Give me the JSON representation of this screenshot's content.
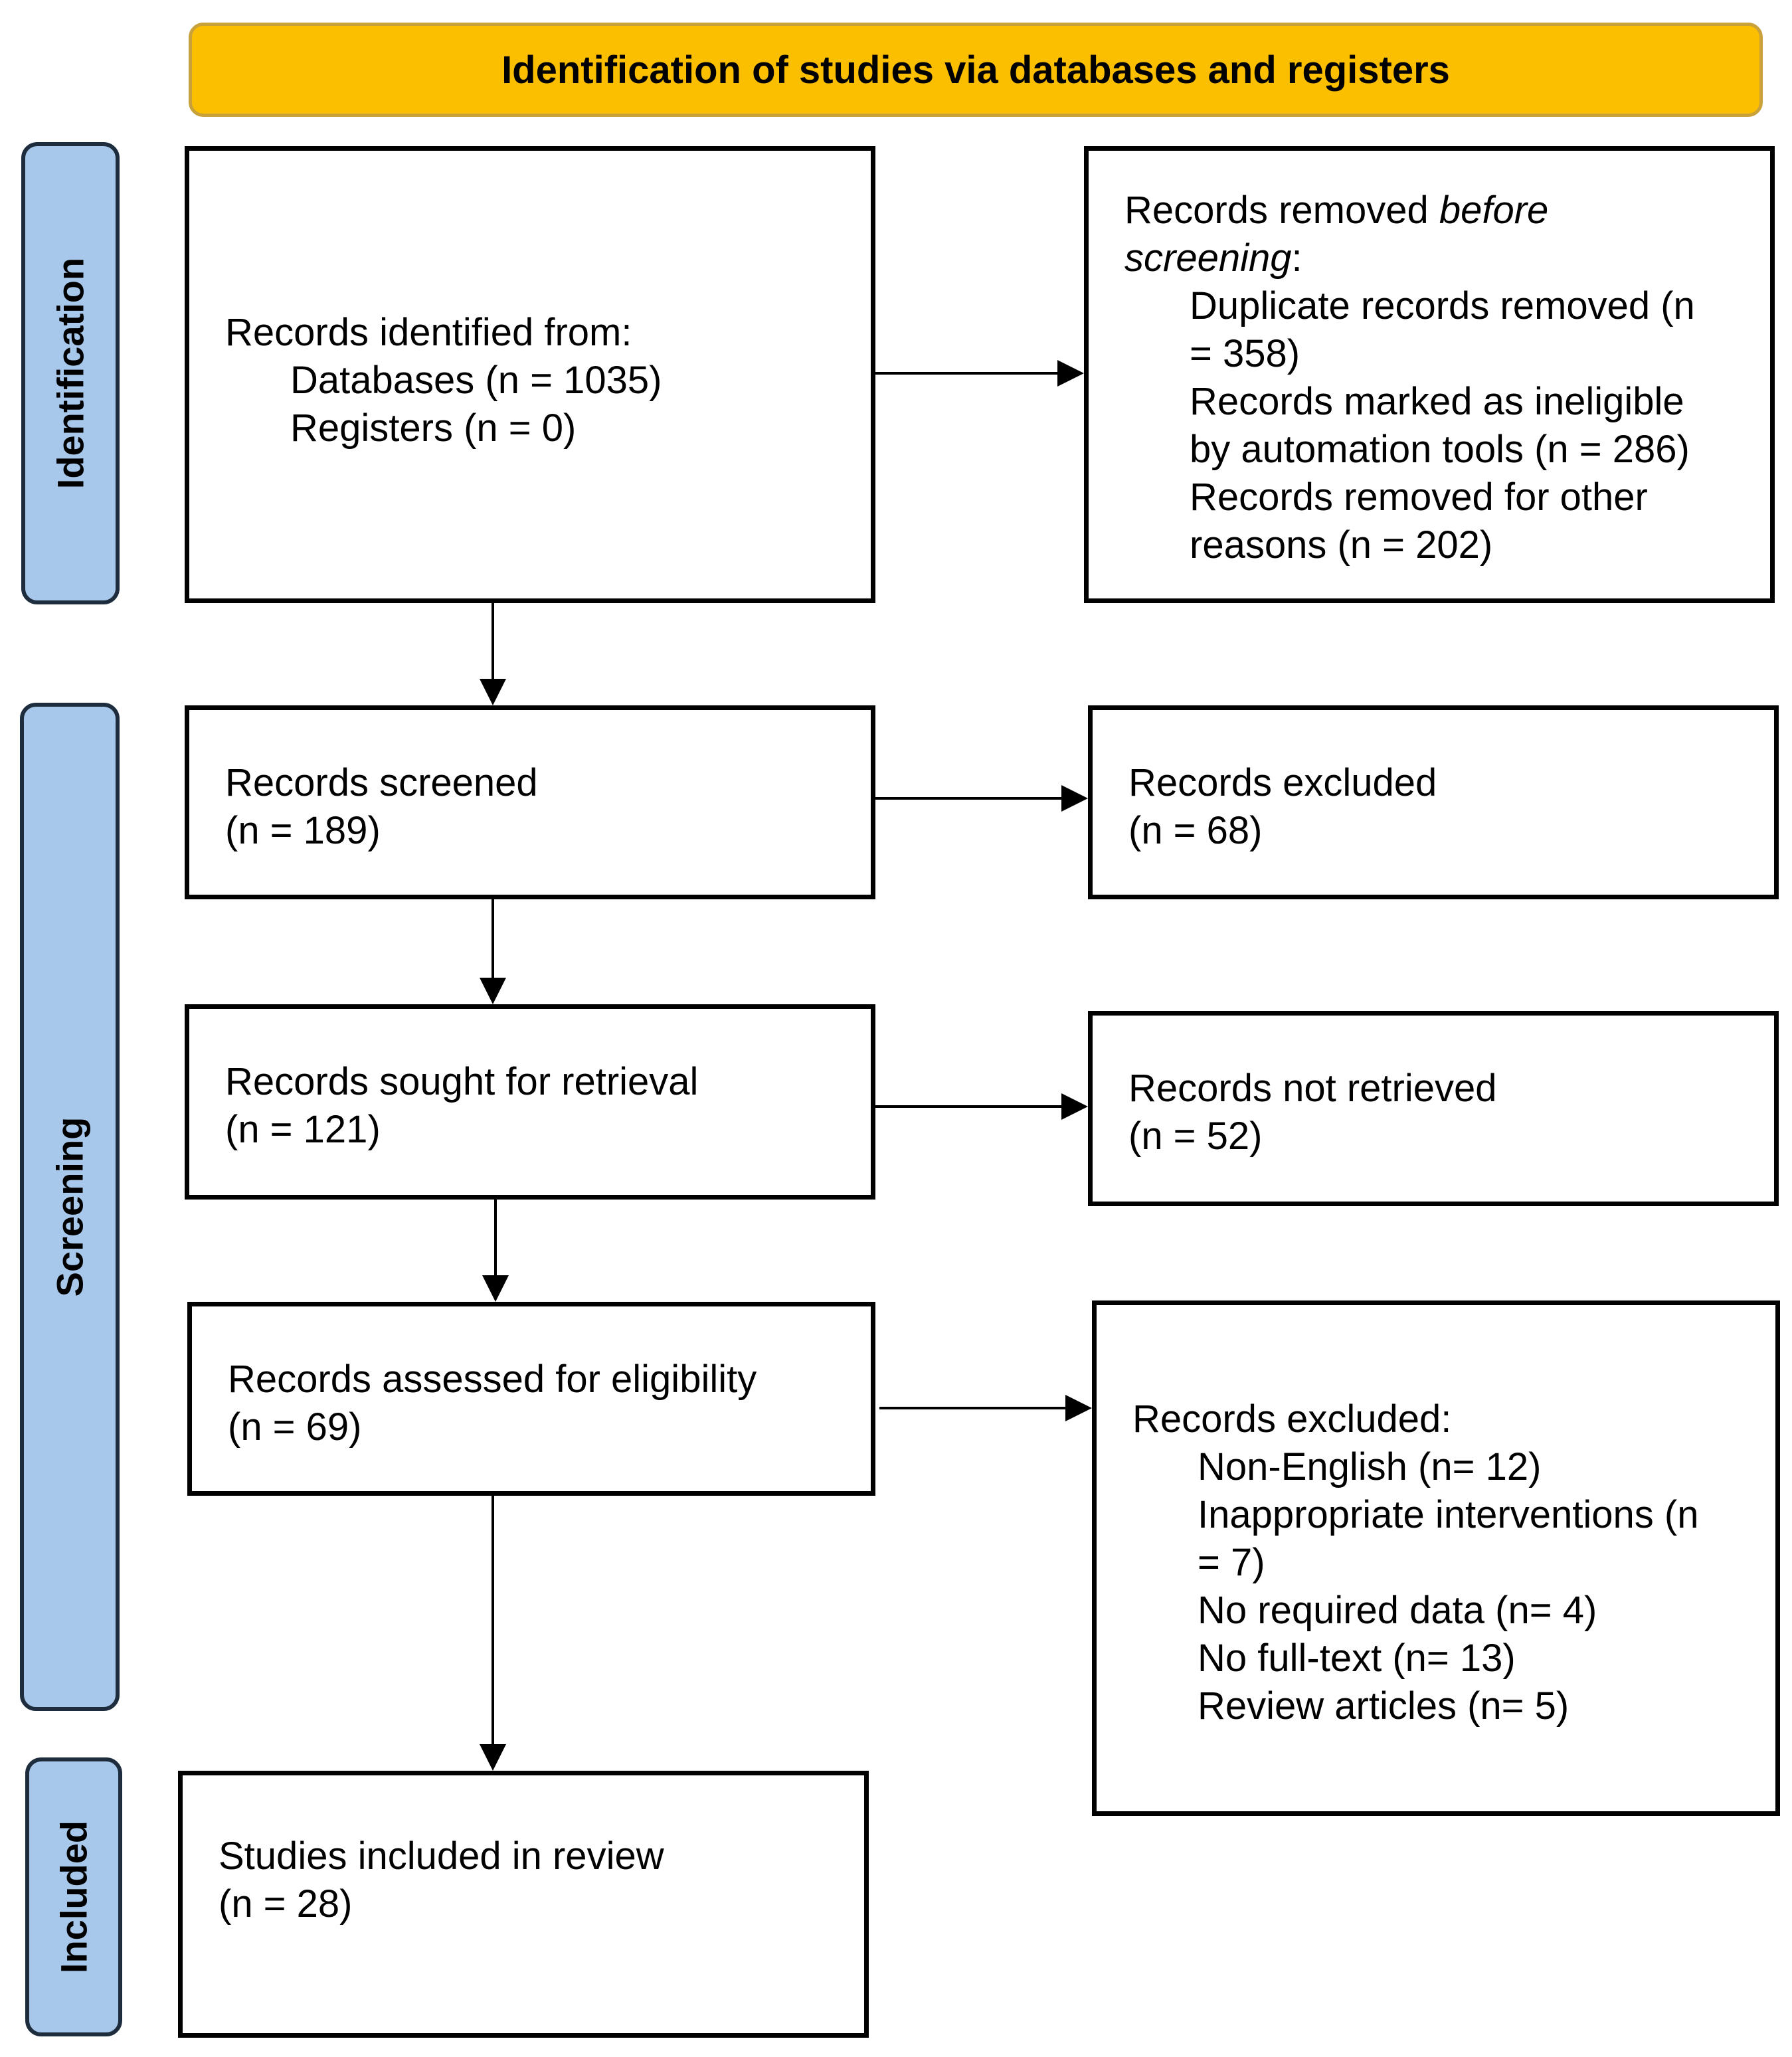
{
  "header": {
    "title": "Identification of studies via databases and registers"
  },
  "stages": {
    "identification": "Identification",
    "screening": "Screening",
    "included": "Included"
  },
  "identified": {
    "heading": "Records identified from:",
    "databases": "Databases (n = 1035)",
    "registers": "Registers (n = 0)"
  },
  "removed": {
    "heading_prefix": "Records removed ",
    "heading_italic": "before",
    "heading_italic2": "screening",
    "heading_suffix": ":",
    "items": [
      "Duplicate records removed (n",
      "= 358)",
      "Records marked as ineligible",
      "by automation tools (n = 286)",
      "Records removed for other",
      "reasons (n = 202)"
    ]
  },
  "screened": {
    "label": "Records screened",
    "count": "(n = 189)"
  },
  "excluded1": {
    "label": "Records excluded",
    "count": "(n = 68)"
  },
  "sought": {
    "label": "Records sought for retrieval",
    "count": "(n = 121)"
  },
  "not_retrieved": {
    "label": "Records not retrieved",
    "count": "(n = 52)"
  },
  "assessed": {
    "label": "Records assessed for eligibility",
    "count": "(n = 69)"
  },
  "excluded2": {
    "heading": "Records excluded:",
    "items": [
      "Non-English (n= 12)",
      "Inappropriate interventions (n",
      "= 7)",
      "No required data (n= 4)",
      "No full-text (n= 13)",
      "Review articles (n= 5)"
    ]
  },
  "included_box": {
    "label": "Studies included in review",
    "count": "(n = 28)"
  }
}
